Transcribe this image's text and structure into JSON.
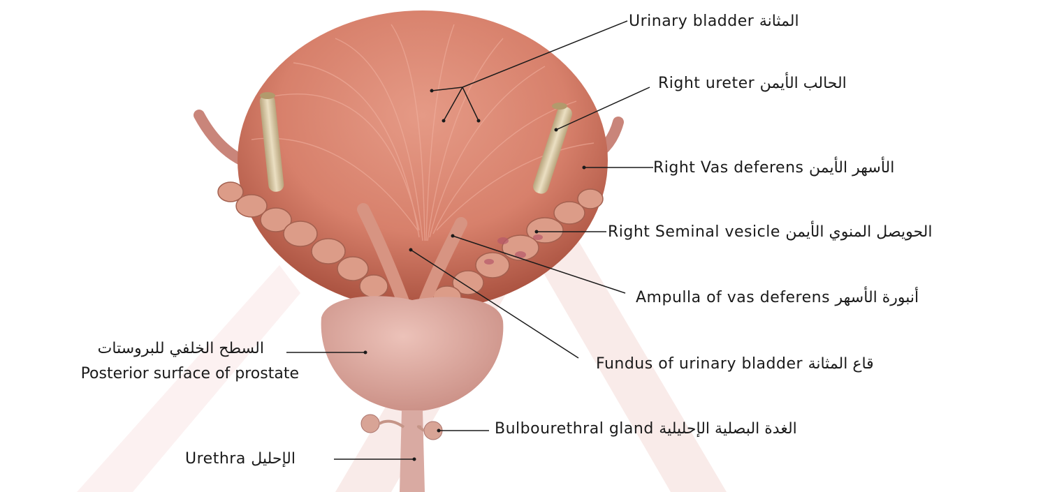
{
  "colors": {
    "bladder": "#d9836f",
    "bladder_dark": "#b45a4a",
    "vesicle": "#dd9a86",
    "prostate": "#d9a39a",
    "ureter": "#d8c9a6",
    "leader": "#1a1a1a",
    "watermark": "#f7e3e1"
  },
  "labels": {
    "urinary_bladder": {
      "en": "Urinary bladder",
      "ar": "المثانة"
    },
    "right_ureter": {
      "en": "Right ureter",
      "ar": "الحالب الأيمن"
    },
    "right_vas_deferens": {
      "en": "Right Vas deferens",
      "ar": "الأسهر الأيمن"
    },
    "right_seminal_vesicle": {
      "en": "Right Seminal vesicle",
      "ar": "الحويصل المنوي الأيمن"
    },
    "ampulla": {
      "en": "Ampulla of vas deferens",
      "ar": "أنبورة الأسهر"
    },
    "fundus": {
      "en": "Fundus of urinary bladder",
      "ar": "قاع المثانة"
    },
    "prostate_posterior": {
      "ar": "السطح الخلفي للبروستات",
      "en": "Posterior surface of prostate"
    },
    "bulbourethral": {
      "en": "Bulbourethral gland",
      "ar": "الغدة البصلية الإحليلية"
    },
    "urethra": {
      "en": "Urethra",
      "ar": "الإحليل"
    }
  }
}
